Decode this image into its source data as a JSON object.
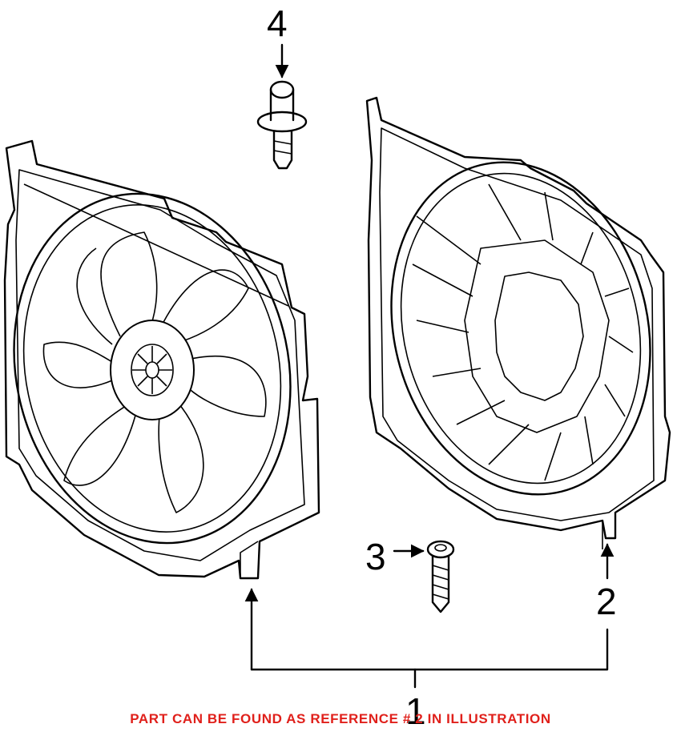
{
  "callouts": {
    "c1": "1",
    "c2": "2",
    "c3": "3",
    "c4": "4"
  },
  "caption": {
    "text": "PART CAN BE FOUND AS REFERENCE # 2 IN ILLUSTRATION",
    "color": "#e0201b"
  },
  "parts": [
    {
      "ref": "1",
      "name": "fan-assembly"
    },
    {
      "ref": "2",
      "name": "fan-shroud"
    },
    {
      "ref": "3",
      "name": "screw"
    },
    {
      "ref": "4",
      "name": "push-clip"
    }
  ]
}
